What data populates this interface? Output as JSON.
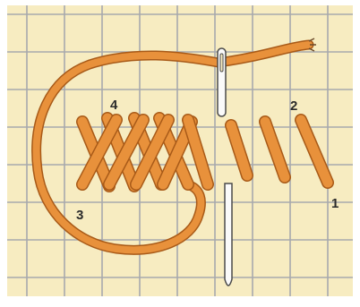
{
  "diagram": {
    "colors": {
      "canvas": "#f7ecc1",
      "grid": "#a7a9ad",
      "thread": "#e8913b",
      "thread_outline": "#a85a18",
      "needle_fill": "#fafafa",
      "needle_outline": "#4a4a4a"
    },
    "labels": {
      "one": "1",
      "two": "2",
      "three": "3",
      "four": "4"
    }
  }
}
